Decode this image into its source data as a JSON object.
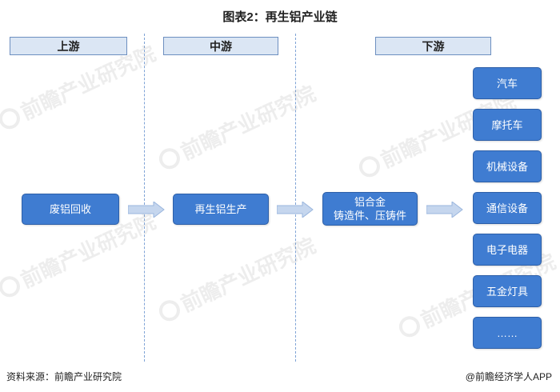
{
  "title": "图表2：再生铝产业链",
  "stages": {
    "upstream": "上游",
    "midstream": "中游",
    "downstream": "下游"
  },
  "nodes": {
    "scrap_recycling": "废铝回收",
    "recycled_production": "再生铝生产",
    "alloy_line1": "铝合金",
    "alloy_line2": "铸造件、压铸件"
  },
  "applications": [
    "汽车",
    "摩托车",
    "机械设备",
    "通信设备",
    "电子电器",
    "五金灯具",
    "……"
  ],
  "watermark": "前瞻产业研究院",
  "footer": {
    "source": "资料来源：前瞻产业研究院",
    "brand": "@前瞻经济学人APP"
  },
  "colors": {
    "node_fill": "#3f7cd1",
    "header_fill": "#dbe6f4",
    "arrow_fill": "#c5d6ee",
    "divider": "#7fa3d6"
  }
}
